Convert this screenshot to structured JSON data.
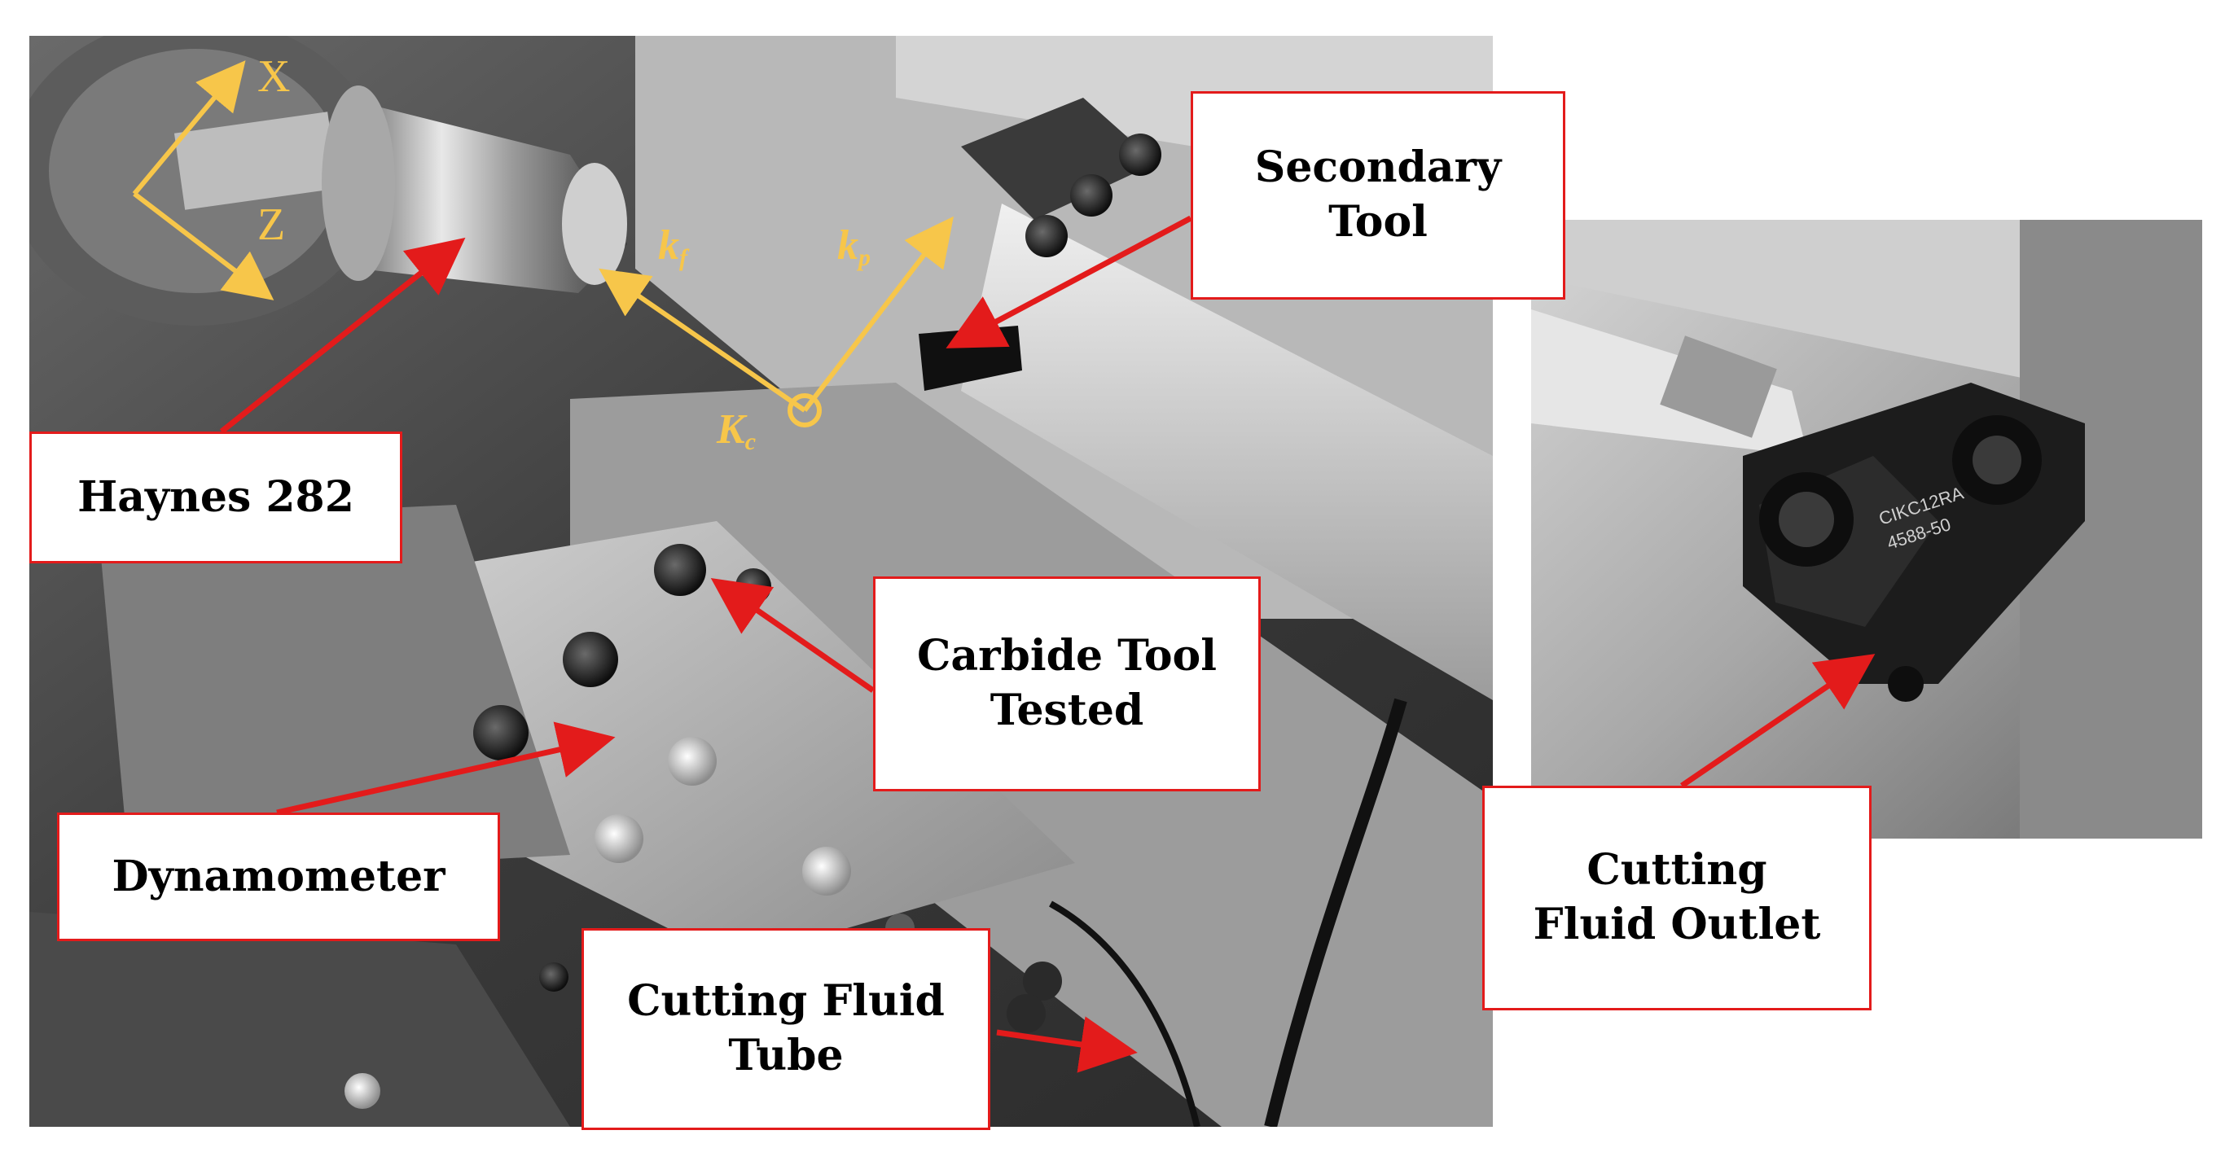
{
  "callouts": {
    "secondary_tool": [
      "Secondary",
      "Tool"
    ],
    "haynes": [
      "Haynes 282"
    ],
    "carbide_tool": [
      "Carbide Tool",
      "Tested"
    ],
    "dynamometer": [
      "Dynamometer"
    ],
    "cutting_fluid_tube": [
      "Cutting Fluid",
      "Tube"
    ],
    "cutting_fluid_outlet": [
      "Cutting",
      "Fluid Outlet"
    ]
  },
  "axes": {
    "x": "X",
    "z": "Z"
  },
  "force_labels": {
    "kf": {
      "main": "k",
      "sub": "f"
    },
    "kp": {
      "main": "k",
      "sub": "p"
    },
    "kc": {
      "main": "K",
      "sub": "c"
    }
  },
  "insert_marking": [
    "CIKC12RA",
    "4588-50"
  ],
  "colors": {
    "arrow": "#e31b1b",
    "axis": "#f7c64a",
    "photo_dark": "#1c1c1c",
    "photo_light": "#d8d8d8"
  },
  "icons": {
    "photo_main": "lathe-setup-photo",
    "photo_inset": "tool-holder-closeup-photo"
  }
}
